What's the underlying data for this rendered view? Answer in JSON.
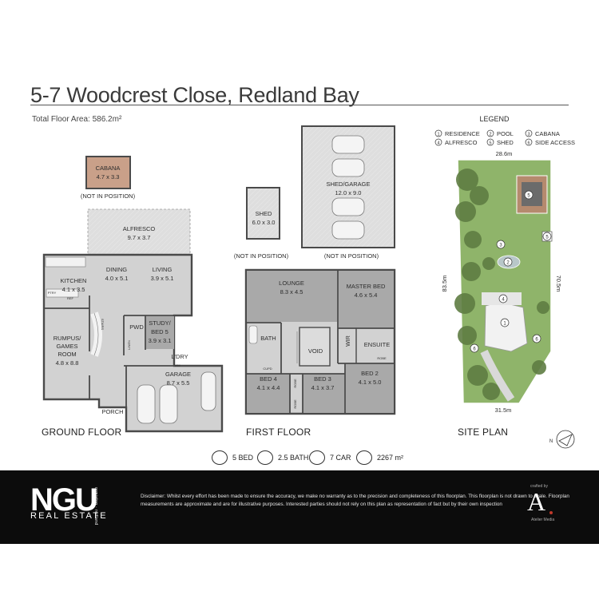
{
  "header": {
    "address": "5-7 Woodcrest Close, Redland Bay",
    "total_floor_area": "Total Floor Area: 586.2m²"
  },
  "ground_floor": {
    "title": "GROUND FLOOR",
    "rooms": {
      "cabana": {
        "name": "CABANA",
        "dims": "4.7 x 3.3",
        "note": "(NOT IN POSITION)"
      },
      "alfresco": {
        "name": "ALFRESCO",
        "dims": "9.7 x 3.7"
      },
      "kitchen": {
        "name": "KITCHEN",
        "dims": "4.1 x 3.5"
      },
      "dining": {
        "name": "DINING",
        "dims": "4.0 x 5.1"
      },
      "living": {
        "name": "LIVING",
        "dims": "3.9 x 5.1"
      },
      "rumpus": {
        "name1": "RUMPUS/",
        "name2": "GAMES",
        "name3": "ROOM",
        "dims": "4.8 x 8.8"
      },
      "pwd": {
        "name": "PWD"
      },
      "study": {
        "name1": "STUDY/",
        "name2": "BED 5",
        "dims": "3.9 x 3.1"
      },
      "ldry": {
        "name": "L'DRY"
      },
      "garage": {
        "name": "GARAGE",
        "dims": "8.7 x 5.5"
      },
      "porch": {
        "name": "PORCH"
      },
      "pantry": "PTRY",
      "fridge": "REF",
      "wm": "WM",
      "stairs": "STAIRS",
      "linen": "LINEN"
    }
  },
  "outbuildings": {
    "shed": {
      "name": "SHED",
      "dims": "6.0 x 3.0",
      "note": "(NOT IN POSITION)"
    },
    "shed_garage": {
      "name": "SHED/GARAGE",
      "dims": "12.0 x 9.0",
      "note": "(NOT IN POSITION)"
    }
  },
  "first_floor": {
    "title": "FIRST FLOOR",
    "rooms": {
      "lounge": {
        "name": "LOUNGE",
        "dims": "8.3 x 4.5"
      },
      "master": {
        "name": "MASTER BED",
        "dims": "4.6 x 5.4"
      },
      "bath": {
        "name": "BATH"
      },
      "void": {
        "name": "VOID"
      },
      "wir": {
        "name": "WIR"
      },
      "ensuite": {
        "name": "ENSUITE"
      },
      "bed4": {
        "name": "BED 4",
        "dims": "4.1 x 4.4"
      },
      "bed3": {
        "name": "BED 3",
        "dims": "4.1 x 3.7"
      },
      "bed2": {
        "name": "BED 2",
        "dims": "4.1 x 5.0"
      },
      "robe": "ROBE",
      "cupd": "CUPD"
    }
  },
  "site_plan": {
    "title": "SITE PLAN",
    "legend_title": "LEGEND",
    "legend": [
      {
        "num": "1",
        "label": "RESIDENCE"
      },
      {
        "num": "2",
        "label": "POOL"
      },
      {
        "num": "3",
        "label": "CABANA"
      },
      {
        "num": "4",
        "label": "ALFRESCO"
      },
      {
        "num": "5",
        "label": "SHED"
      },
      {
        "num": "6",
        "label": "SIDE ACCESS"
      }
    ],
    "dims": {
      "top": "28.6m",
      "left": "83.5m",
      "right": "70.5m",
      "bottom": "31.5m"
    },
    "north": "N"
  },
  "features": [
    {
      "icon": "bed-icon",
      "label": "5 BED"
    },
    {
      "icon": "bath-icon",
      "label": "2.5 BATH"
    },
    {
      "icon": "car-icon",
      "label": "7 CAR"
    },
    {
      "icon": "land-area-icon",
      "label": "2267 m²"
    }
  ],
  "footer": {
    "logo": "NGU",
    "logo_sub": "REAL ESTATE",
    "logo_side": "ormiston · redland",
    "disclaimer": "Disclaimer: Whilst every effort has been made to ensure the accuracy, we make no warranty as to the precision and completeness of this floorplan. This floorplan is not drawn to scale. Floorplan measurements are approximate and are for illustrative purposes. Interested parties should not rely on this plan as representation of fact but by their own inspection",
    "crafted": "crafted by",
    "studio_logo": "A",
    "studio_name": "Atelier Media"
  },
  "colors": {
    "floor_grey": "#d0d0d0",
    "dark_room": "#a9a9a9",
    "wall": "#4a4a4a",
    "cabana": "#c9a089",
    "lawn": "#8fb46a",
    "footer_bg": "#0c0c0c"
  }
}
